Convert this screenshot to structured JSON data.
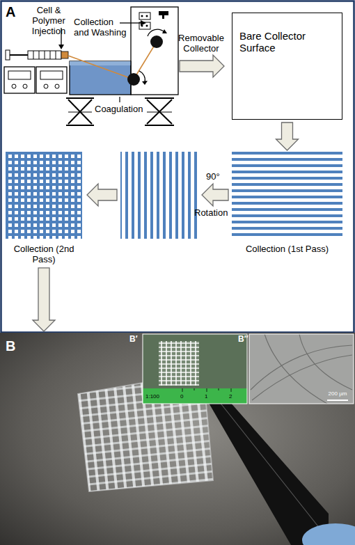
{
  "diagram": {
    "nodes": [
      {
        "text": [
          "Bare Collector Surface"
        ]
      },
      {
        "text": [
          "Collection (1st Pass)"
        ]
      },
      {
        "text": [
          "Collection (2nd Pass)"
        ]
      },
      {
        "text": [
          "B"
        ]
      }
    ],
    "edges": [
      {
        "from": 0,
        "to": 1,
        "arrow": "to"
      },
      {
        "from": 2,
        "to": 3,
        "arrow": "to"
      }
    ],
    "labels": [
      "A",
      "Cell & Polymer Injection",
      "Collection and Washing",
      "Coagulation",
      "Removable Collector",
      "90°",
      "Rotation",
      "B′",
      "B″",
      "1:100",
      "0",
      "1",
      "2",
      "200 µm"
    ]
  }
}
